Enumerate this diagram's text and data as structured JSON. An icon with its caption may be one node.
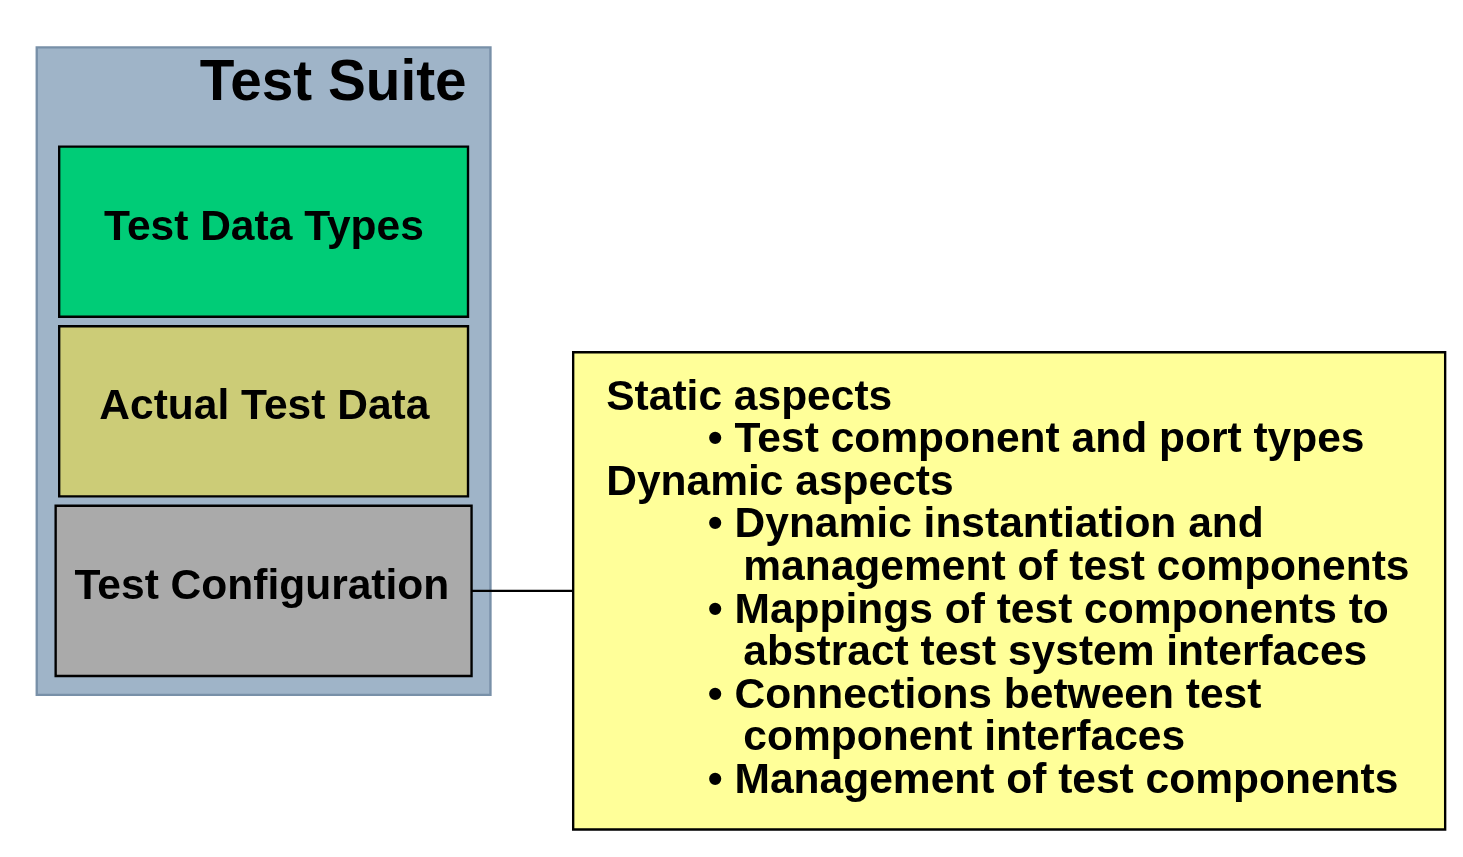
{
  "diagram": {
    "nodes": [
      {
        "text": [
          "Test Suite"
        ]
      },
      {
        "text": [
          "Test Data Types"
        ],
        "in": 0
      },
      {
        "text": [
          "Actual Test Data"
        ],
        "in": 0
      },
      {
        "text": [
          "Test Configuration"
        ],
        "in": 0
      },
      {
        "text": [
          "Static aspects",
          "• Test component and port types",
          "Dynamic aspects",
          "• Dynamic instantiation and management of test components",
          "• Mappings of test components to abstract test system interfaces",
          "• Connections between test component interfaces",
          "• Management of test components"
        ]
      }
    ],
    "edges": [
      {
        "from": 4,
        "to": 3,
        "arrow": "none"
      }
    ]
  }
}
